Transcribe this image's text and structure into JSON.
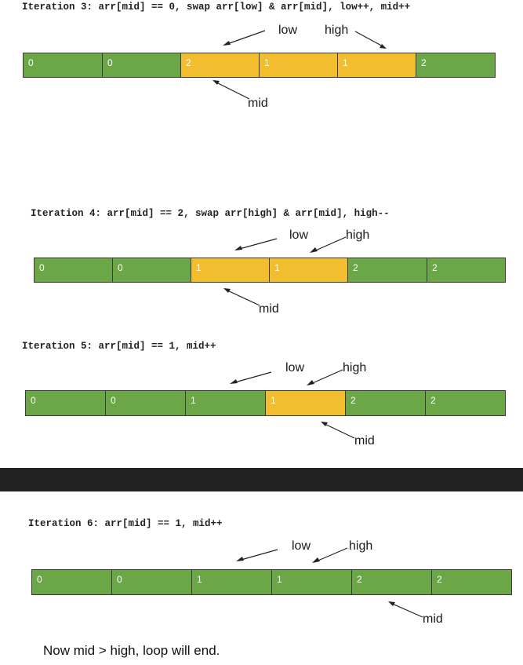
{
  "iterations": [
    {
      "caption": "Iteration 3: arr[mid] == 0, swap arr[low] & arr[mid], low++, mid++",
      "low_label": "low",
      "high_label": "high",
      "mid_label": "mid",
      "cells": [
        {
          "value": "0",
          "state": "sorted"
        },
        {
          "value": "0",
          "state": "sorted"
        },
        {
          "value": "2",
          "state": "unknown"
        },
        {
          "value": "1",
          "state": "unknown"
        },
        {
          "value": "1",
          "state": "unknown"
        },
        {
          "value": "2",
          "state": "sorted"
        }
      ]
    },
    {
      "caption": "Iteration 4: arr[mid] == 2, swap arr[high] & arr[mid], high--",
      "low_label": "low",
      "high_label": "high",
      "mid_label": "mid",
      "cells": [
        {
          "value": "0",
          "state": "sorted"
        },
        {
          "value": "0",
          "state": "sorted"
        },
        {
          "value": "1",
          "state": "unknown"
        },
        {
          "value": "1",
          "state": "unknown"
        },
        {
          "value": "2",
          "state": "sorted"
        },
        {
          "value": "2",
          "state": "sorted"
        }
      ]
    },
    {
      "caption": "Iteration 5: arr[mid] == 1, mid++",
      "low_label": "low",
      "high_label": "high",
      "mid_label": "mid",
      "cells": [
        {
          "value": "0",
          "state": "sorted"
        },
        {
          "value": "0",
          "state": "sorted"
        },
        {
          "value": "1",
          "state": "sorted"
        },
        {
          "value": "1",
          "state": "unknown"
        },
        {
          "value": "2",
          "state": "sorted"
        },
        {
          "value": "2",
          "state": "sorted"
        }
      ]
    },
    {
      "caption": "Iteration 6: arr[mid] == 1, mid++",
      "low_label": "low",
      "high_label": "high",
      "mid_label": "mid",
      "cells": [
        {
          "value": "0",
          "state": "sorted"
        },
        {
          "value": "0",
          "state": "sorted"
        },
        {
          "value": "1",
          "state": "sorted"
        },
        {
          "value": "1",
          "state": "sorted"
        },
        {
          "value": "2",
          "state": "sorted"
        },
        {
          "value": "2",
          "state": "sorted"
        }
      ]
    }
  ],
  "conclusion": "Now mid > high, loop will end.",
  "colors": {
    "sorted": "#6ba746",
    "unknown": "#f2bd2f",
    "divider": "#212121"
  }
}
